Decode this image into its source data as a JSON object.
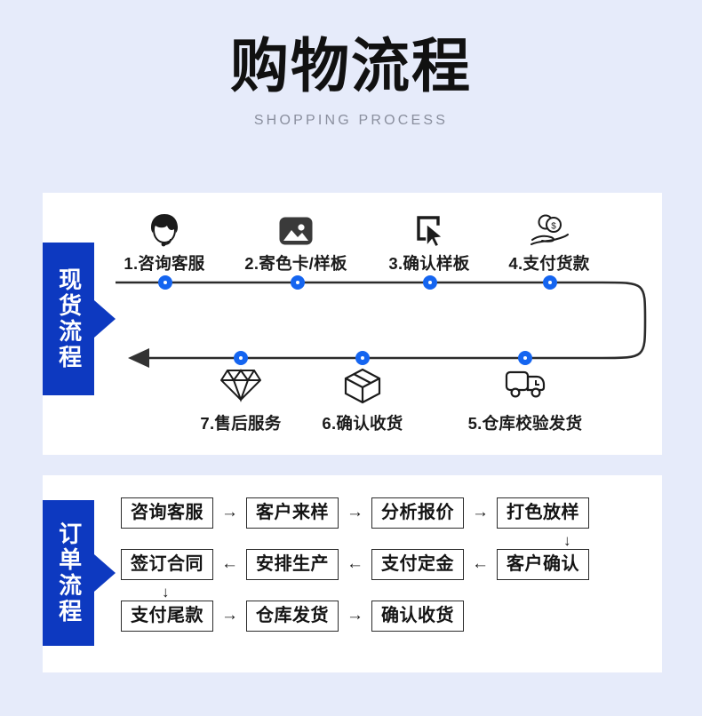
{
  "header": {
    "title": "购物流程",
    "subtitle": "SHOPPING PROCESS"
  },
  "colors": {
    "background": "#e6ebfa",
    "card": "#ffffff",
    "badge_blue": "#0d39c0",
    "dot_blue": "#1565f0",
    "line": "#2b2b2b",
    "title": "#111111",
    "subtitle": "#8a8f9e"
  },
  "stock_flow": {
    "badge_label": "现货流程",
    "top_steps": [
      {
        "label": "1.咨询客服",
        "icon": "customer-service-agent-icon"
      },
      {
        "label": "2.寄色卡/样板",
        "icon": "image-photo-icon"
      },
      {
        "label": "3.确认样板",
        "icon": "cursor-click-icon"
      },
      {
        "label": "4.支付货款",
        "icon": "hand-money-coin-icon"
      }
    ],
    "bottom_steps": [
      {
        "label": "7.售后服务",
        "icon": "diamond-gem-icon"
      },
      {
        "label": "6.确认收货",
        "icon": "package-box-icon"
      },
      {
        "label": "5.仓库校验发货",
        "icon": "delivery-truck-icon"
      }
    ]
  },
  "order_flow": {
    "badge_label": "订单流程",
    "rows": [
      {
        "boxes": [
          "咨询客服",
          "客户来样",
          "分析报价",
          "打色放样"
        ],
        "arrows": [
          "→",
          "→",
          "→"
        ]
      },
      {
        "boxes": [
          "签订合同",
          "安排生产",
          "支付定金",
          "客户确认"
        ],
        "arrows": [
          "←",
          "←",
          "←"
        ]
      },
      {
        "boxes": [
          "支付尾款",
          "仓库发货",
          "确认收货"
        ],
        "arrows": [
          "→",
          "→"
        ]
      }
    ],
    "down_arrows": [
      "↓",
      "↓"
    ]
  }
}
